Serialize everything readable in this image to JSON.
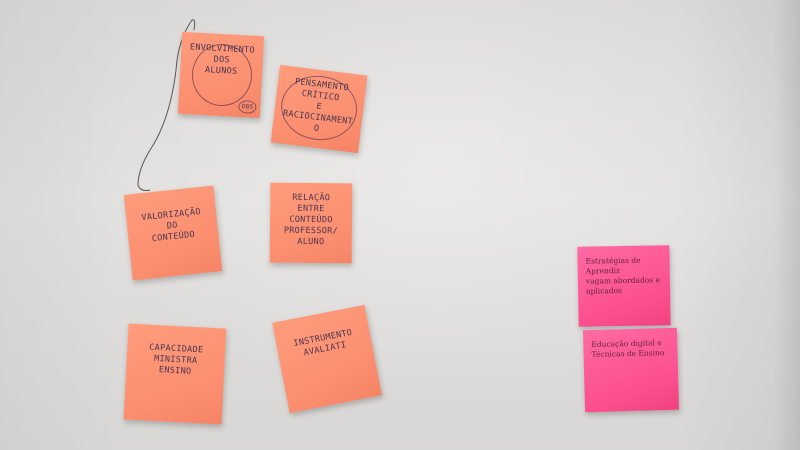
{
  "notes": [
    {
      "id": "n1",
      "color": "orange",
      "text": "ENVOLVIMENTO\nDOS\nALUNOS",
      "extra": "OBS"
    },
    {
      "id": "n2",
      "color": "orange",
      "text": "PENSAMENTO\nCRÍTICO\nE\nRACIOCINAMENTO"
    },
    {
      "id": "n3",
      "color": "orange",
      "text": "VALORIZAÇÃO DO\nCONTEÚDO"
    },
    {
      "id": "n4",
      "color": "orange",
      "text": "RELAÇÃO ENTRE\nCONTEÚDO\nPROFESSOR/\nALUNO"
    },
    {
      "id": "n5",
      "color": "orange",
      "text": "CAPACIDADE\nMINISTRA\nENSINO"
    },
    {
      "id": "n6",
      "color": "orange",
      "text": "INSTRUMENTO\nAVALIATI"
    },
    {
      "id": "n7",
      "color": "pink",
      "text": "Estratégias de Aprendiz\nvagam abordados e\naplicados"
    },
    {
      "id": "n8",
      "color": "pink",
      "text": "Educação digital e\nTécnicas de Ensino"
    }
  ],
  "colors": {
    "orange": "#fb8e6f",
    "pink": "#fb4f8f",
    "wall": "#dcdbd9"
  }
}
